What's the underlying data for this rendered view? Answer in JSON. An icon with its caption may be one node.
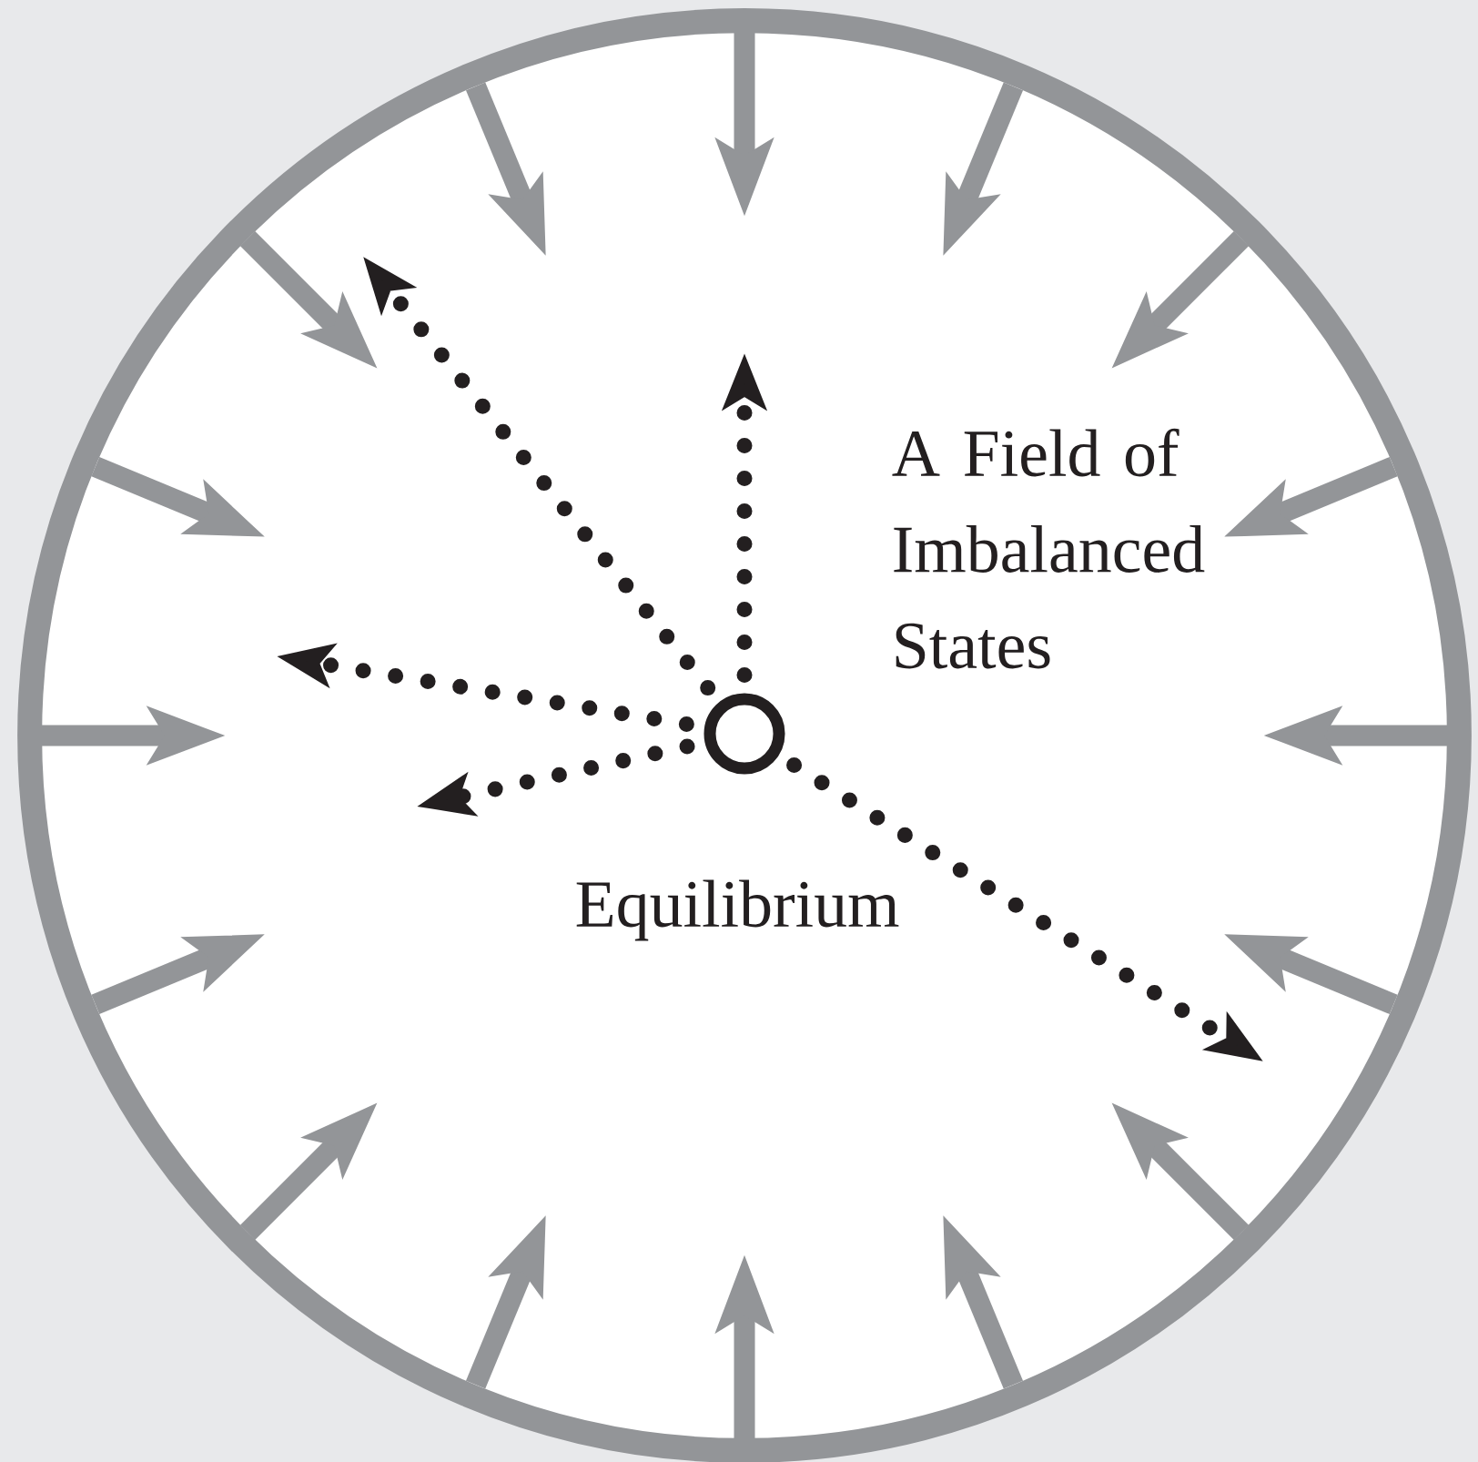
{
  "diagram": {
    "nodes": [
      {
        "text": [
          "A Field of Imbalanced States"
        ]
      },
      {
        "text": [],
        "shape": "circle",
        "beside": [
          "Equilibrium"
        ],
        "in": 0
      }
    ],
    "edges": [
      {
        "from": 1,
        "to": null,
        "arrow": "to"
      },
      {
        "from": 1,
        "to": null,
        "arrow": "to"
      },
      {
        "from": 1,
        "to": null,
        "arrow": "to"
      },
      {
        "from": 1,
        "to": null,
        "arrow": "to"
      },
      {
        "from": 1,
        "to": null,
        "arrow": "to"
      }
    ]
  }
}
